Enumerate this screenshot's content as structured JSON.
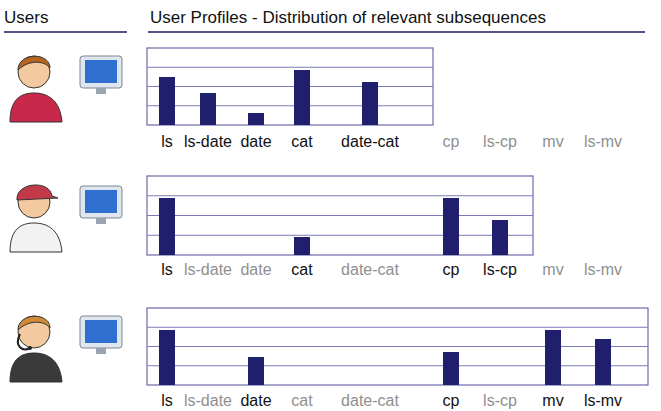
{
  "diagram": {
    "labels": [
      "Users",
      "User Profiles -  Distribution of relevant subsequences",
      "ls",
      "ls-date",
      "date",
      "cat",
      "date-cat",
      "cp",
      "ls-cp",
      "mv",
      "ls-mv",
      "ls",
      "ls-date",
      "date",
      "cat",
      "date-cat",
      "cp",
      "ls-cp",
      "mv",
      "ls-mv",
      "ls",
      "ls-date",
      "date",
      "cat",
      "date-cat",
      "cp",
      "ls-cp",
      "mv",
      "ls-mv"
    ]
  }
}
